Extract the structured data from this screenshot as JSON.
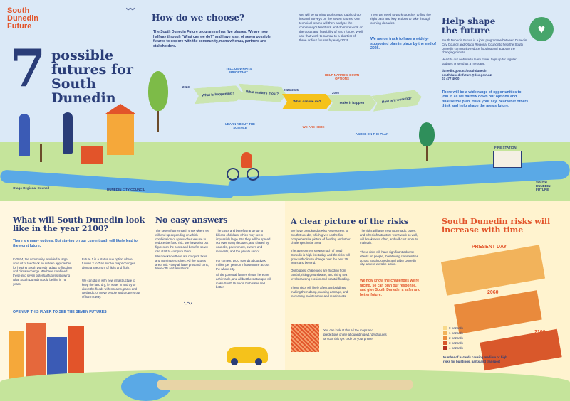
{
  "brand": {
    "logo_lines": [
      "South",
      "Dunedin",
      "Future"
    ]
  },
  "hero": {
    "number": "7",
    "title": "possible futures for South Dunedin"
  },
  "how": {
    "heading": "How do we choose?",
    "intro": "The South Dunedin Future programme has five phases. We are now halfway through \"What can we do?\" and have a set of seven possible futures to explore with the community, mana whenua, partners and stakeholders.",
    "col1": "We will be running workshops, public drop-ins and surveys on the seven futures. Our technical teams will then analyse the community's feedback and do more work on the costs and feasibility of each future. We'll use that work to narrow to a shortlist of three or four futures by early 2026.",
    "col2a": "Then we need to work together to find the right path and key actions to take through coming decades.",
    "col2b": "We are on track to have a widely-supported plan in place by the end of 2026."
  },
  "help": {
    "heading": "Help shape the future",
    "badge_icon": "heart-hands-icon",
    "text1": "South Dunedin Future is a joint programme between Dunedin City Council and Otago Regional Council to help the South Dunedin community reduce flooding and adapt to the changing climate.",
    "text2": "Head to our website to learn more. Sign up for regular updates or send us a message.",
    "links": [
      "dunedin.govt.nz/southdunedin",
      "southdunedinfuture@dcc.govt.nz",
      "03 477 4000"
    ],
    "cta": "There will be a wide range of opportunities to join in as we narrow down our options and finalise the plan. Have your say, hear what others think and help shape the area's future."
  },
  "timeline": {
    "steps": [
      {
        "label": "What is happening?",
        "year": "2023"
      },
      {
        "label": "What matters most?",
        "year": ""
      },
      {
        "label": "What can we do?",
        "year": "2024-2025"
      },
      {
        "label": "Make it happen",
        "year": "2026"
      },
      {
        "label": "How is it working?",
        "year": ""
      }
    ],
    "annotations": {
      "tell_us": "TELL US WHAT'S IMPORTANT",
      "learn": "LEARN ABOUT THE SCIENCE",
      "narrow": "HELP NARROW DOWN OPTIONS",
      "here": "WE ARE HERE",
      "agree": "AGREE ON THE PLAN"
    }
  },
  "partners": {
    "orc": "Otago Regional Council",
    "dcc": "DUNEDIN CITY COUNCIL",
    "sdf": "SOUTH DUNEDIN FUTURE",
    "sign": "FIRE STATION"
  },
  "q2100": {
    "heading": "What will South Dunedin look like in the year 2100?",
    "sub": "There are many options. But staying on our current path will likely lead to the worst future.",
    "p1": "In 2024, the community provided a large amount of feedback on sixteen approaches for helping South Dunedin adapt to flooding and climate change. We have combined these into seven potential futures showing what South Dunedin could be like in 75 years.",
    "p2": "Future 1 is a status quo option where futures 2 to 7 all involve major changes along a spectrum of 'light and flight'.",
    "p3": "We can dig in with new infrastructure to keep the land dry; let water in and try to direct the floods with streams, parks and wetlands; or move people and property out of harm's way.",
    "open": "OPEN UP THIS FLYER TO SEE THE SEVEN FUTURES"
  },
  "easy": {
    "heading": "No easy answers",
    "c1a": "The seven futures each show where we will end up depending on which combination of approaches we use to reduce the flood risk. We have also put figures on the costs and benefits so we can start to compare them.",
    "c1b": "We now know there are no quick fixes and no simple choices. All the futures are a mix - they all have pros and cons, trade-offs and limitations.",
    "c2a": "The costs and benefits range up to billions of dollars, which may seem impossibly large. But they will be spread out over many decades, and shared by councils, government, owners and residents, and the private sector.",
    "c2b": "For context, DCC spends about $200 million per year on infrastructure across the whole city.",
    "c2c": "All the potential futures shown here are achievable, and all but the status quo will make South Dunedin both safer and better."
  },
  "risks": {
    "heading": "A clear picture of the risks",
    "c1a": "We have completed a Risk Assessment for South Dunedin, which gives us the first comprehensive picture of flooding and other challenges in the area.",
    "c1b": "The assessment shows much of South Dunedin is high risk today, and the risks will grow with climate change over the next 75 years and beyond.",
    "c1c": "Our biggest challenges are flooding from rainfall, rising groundwater, and rising sea levels causing erosion and coastal flooding.",
    "c1d": "These risks will likely affect our buildings, making them damp, causing damage, and increasing maintenance and repair costs.",
    "c2a": "The risks will also mean our roads, pipes, and other infrastructure won't work as well, will break more often, and will cost more to maintain.",
    "c2b": "These risks will have significant adverse effects on people, threatening communities across South Dunedin and wider Dunedin city. Unless we take action.",
    "c2c": "We now know the challenges we're facing, so can plan our response, and give South Dunedin a safer and better future.",
    "qr_text": "You can look at this all the maps and predictions online at dunedin.govt.nz/sdfutures or scan this QR code on your phone."
  },
  "increase": {
    "heading": "South Dunedin risks will increase with time",
    "labels": [
      "PRESENT DAY",
      "2060",
      "2100"
    ],
    "legend": [
      {
        "label": "0 hazards",
        "color": "#f8d98a"
      },
      {
        "label": "1 hazards",
        "color": "#f2b35b"
      },
      {
        "label": "2 hazards",
        "color": "#e98a3c"
      },
      {
        "label": "3 hazards",
        "color": "#d9582b"
      },
      {
        "label": "4 hazards",
        "color": "#b3311f"
      }
    ],
    "legend_note": "Number of hazards causing medium or high risks for buildings, parks and transport"
  }
}
